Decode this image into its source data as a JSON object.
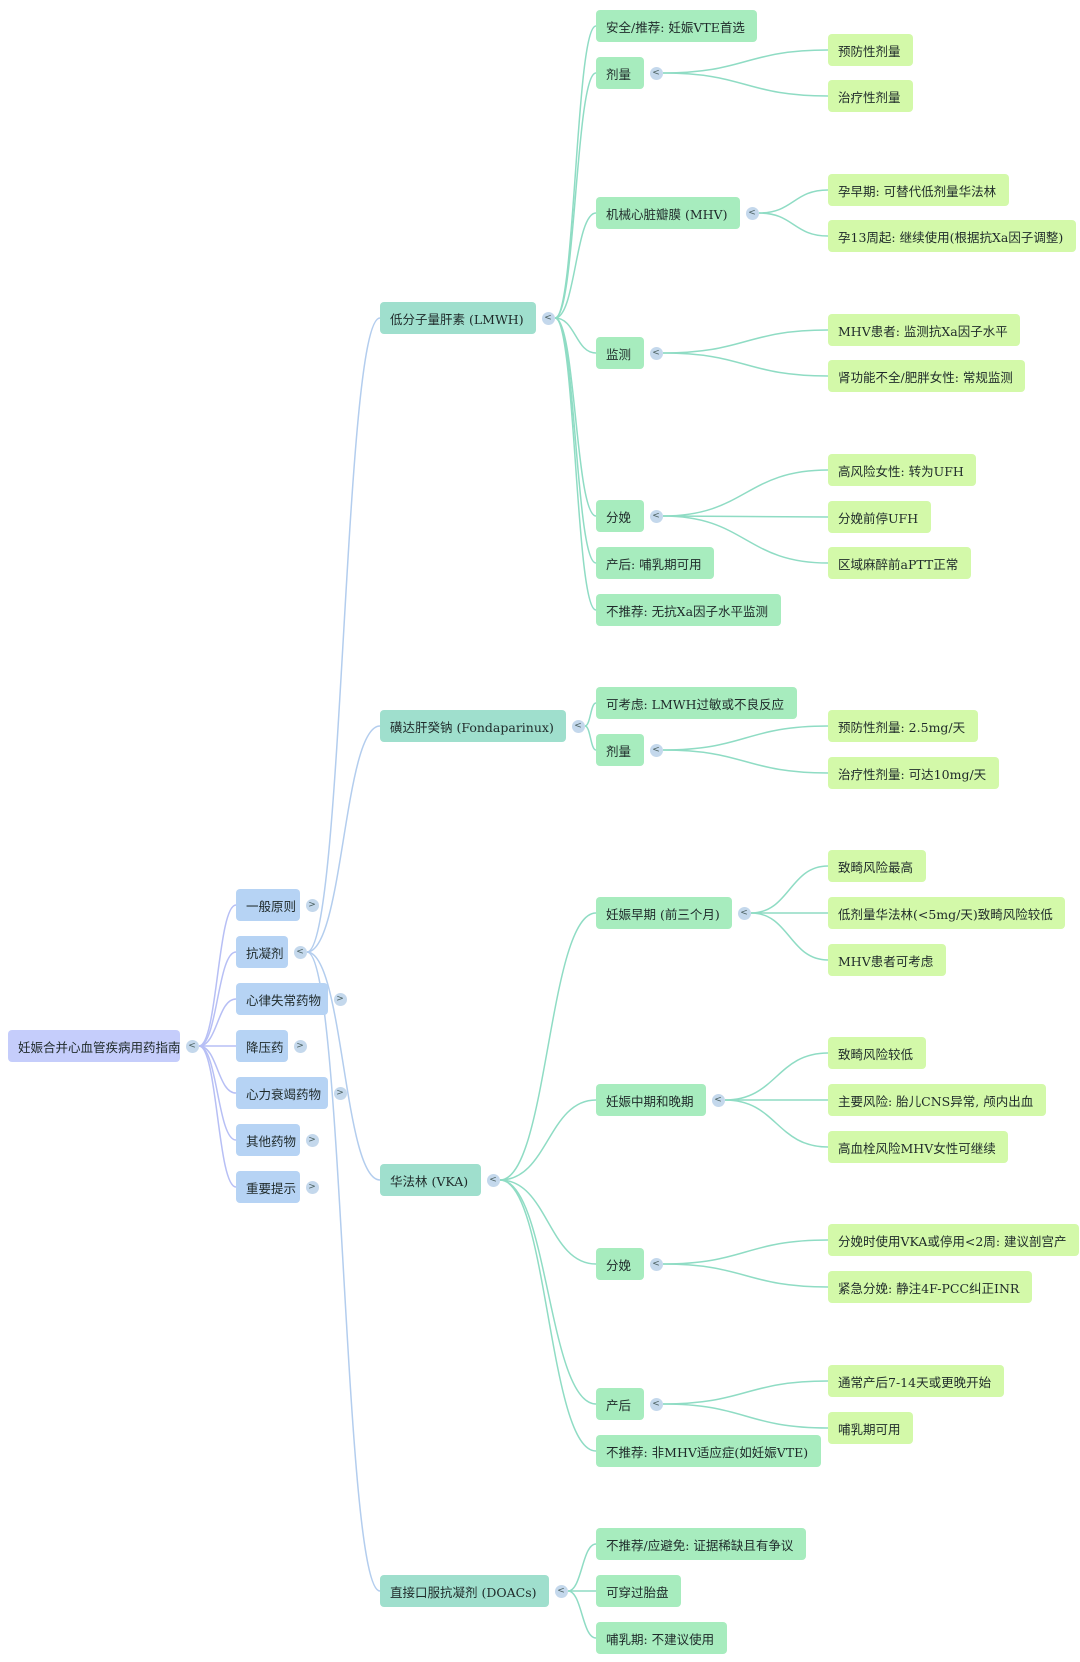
{
  "colors": {
    "root_bg": "#c5cdfb",
    "level1_bg": "#b6d3f4",
    "level2_bg": "#9fdfcd",
    "level3_bg": "#a7ecbe",
    "leaf_bg": "#d3f9a9",
    "link_root": "#b7bff5",
    "link_level1": "#b3cdee",
    "link_level2": "#8fdcc4",
    "toggle_bg": "#c4d8ec"
  },
  "mindmap": {
    "root": {
      "label": "妊娠合并心血管疾病用药指南",
      "toggle": "<"
    },
    "categories": [
      {
        "label": "一般原则",
        "toggle": ">"
      },
      {
        "label": "抗凝剂",
        "toggle": "<"
      },
      {
        "label": "心律失常药物",
        "toggle": ">"
      },
      {
        "label": "降压药",
        "toggle": ">"
      },
      {
        "label": "心力衰竭药物",
        "toggle": ">"
      },
      {
        "label": "其他药物",
        "toggle": ">"
      },
      {
        "label": "重要提示",
        "toggle": ">"
      }
    ],
    "anticoagulants": [
      {
        "label": "低分子量肝素 (LMWH)",
        "toggle": "<",
        "children": [
          {
            "label": "安全/推荐: 妊娠VTE首选"
          },
          {
            "label": "剂量",
            "toggle": "<",
            "children": [
              {
                "label": "预防性剂量"
              },
              {
                "label": "治疗性剂量"
              }
            ]
          },
          {
            "label": "机械心脏瓣膜 (MHV)",
            "toggle": "<",
            "children": [
              {
                "label": "孕早期: 可替代低剂量华法林"
              },
              {
                "label": "孕13周起: 继续使用(根据抗Xa因子调整)"
              }
            ]
          },
          {
            "label": "监测",
            "toggle": "<",
            "children": [
              {
                "label": "MHV患者: 监测抗Xa因子水平"
              },
              {
                "label": "肾功能不全/肥胖女性: 常规监测"
              }
            ]
          },
          {
            "label": "分娩",
            "toggle": "<",
            "children": [
              {
                "label": "高风险女性: 转为UFH"
              },
              {
                "label": "分娩前停UFH"
              },
              {
                "label": "区域麻醉前aPTT正常"
              }
            ]
          },
          {
            "label": "产后: 哺乳期可用"
          },
          {
            "label": "不推荐: 无抗Xa因子水平监测"
          }
        ]
      },
      {
        "label": "磺达肝癸钠 (Fondaparinux)",
        "toggle": "<",
        "children": [
          {
            "label": "可考虑: LMWH过敏或不良反应"
          },
          {
            "label": "剂量",
            "toggle": "<",
            "children": [
              {
                "label": "预防性剂量: 2.5mg/天"
              },
              {
                "label": "治疗性剂量: 可达10mg/天"
              }
            ]
          }
        ]
      },
      {
        "label": "华法林 (VKA)",
        "toggle": "<",
        "children": [
          {
            "label": "妊娠早期 (前三个月)",
            "toggle": "<",
            "children": [
              {
                "label": "致畸风险最高"
              },
              {
                "label": "低剂量华法林(<5mg/天)致畸风险较低"
              },
              {
                "label": "MHV患者可考虑"
              }
            ]
          },
          {
            "label": "妊娠中期和晚期",
            "toggle": "<",
            "children": [
              {
                "label": "致畸风险较低"
              },
              {
                "label": "主要风险: 胎儿CNS异常, 颅内出血"
              },
              {
                "label": "高血栓风险MHV女性可继续"
              }
            ]
          },
          {
            "label": "分娩",
            "toggle": "<",
            "children": [
              {
                "label": "分娩时使用VKA或停用<2周: 建议剖宫产"
              },
              {
                "label": "紧急分娩: 静注4F-PCC纠正INR"
              }
            ]
          },
          {
            "label": "产后",
            "toggle": "<",
            "children": [
              {
                "label": "通常产后7-14天或更晚开始"
              },
              {
                "label": "哺乳期可用"
              }
            ]
          },
          {
            "label": "不推荐: 非MHV适应症(如妊娠VTE)"
          }
        ]
      },
      {
        "label": "直接口服抗凝剂 (DOACs)",
        "toggle": "<",
        "children": [
          {
            "label": "不推荐/应避免: 证据稀缺且有争议"
          },
          {
            "label": "可穿过胎盘"
          },
          {
            "label": "哺乳期: 不建议使用"
          }
        ]
      }
    ]
  }
}
